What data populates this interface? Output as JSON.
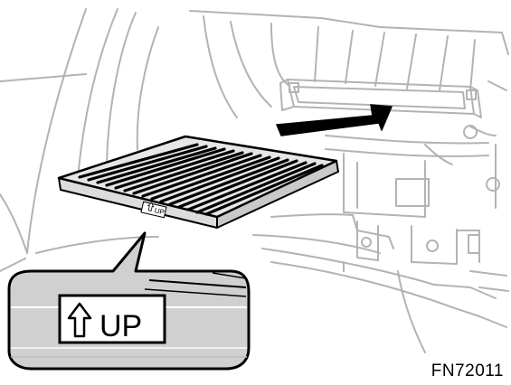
{
  "filter_label": "UP",
  "callout_label": "UP",
  "figure_code": "FN72011",
  "icons": {
    "filter_up_arrow": "up-arrow-outline",
    "callout_up_arrow": "up-arrow-outline",
    "insert_arrow": "right-arrow"
  },
  "colors": {
    "line_art": "#b3b3b3",
    "outline": "#000000",
    "filter_frame": "#e6e6e6",
    "callout_fill": "#d0d0d0"
  }
}
